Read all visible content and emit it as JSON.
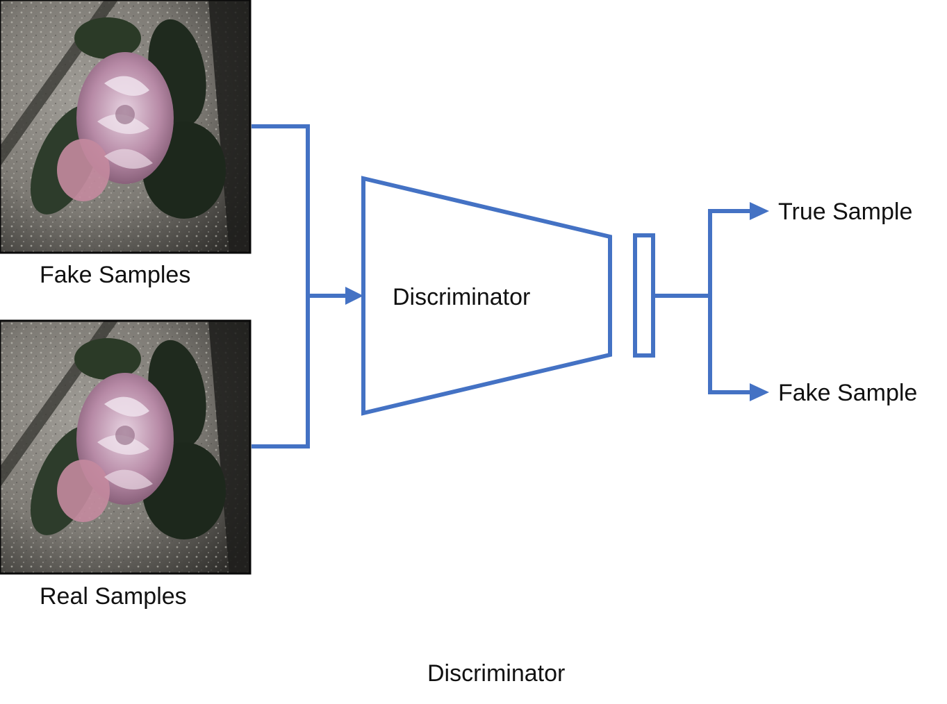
{
  "colors": {
    "accent": "#4472C4",
    "text": "#111111",
    "photo_frame": "#0a0a0a"
  },
  "images": [
    {
      "caption": "Fake Samples",
      "content": "photo of pink camellia flower with dark leaves on grey stone"
    },
    {
      "caption": "Real Samples",
      "content": "photo of pink camellia flower with dark leaves on grey stone"
    }
  ],
  "network": {
    "label": "Discriminator"
  },
  "outputs": {
    "true_label": "True Sample",
    "fake_label": "Fake Sample"
  },
  "caption": "Discriminator"
}
